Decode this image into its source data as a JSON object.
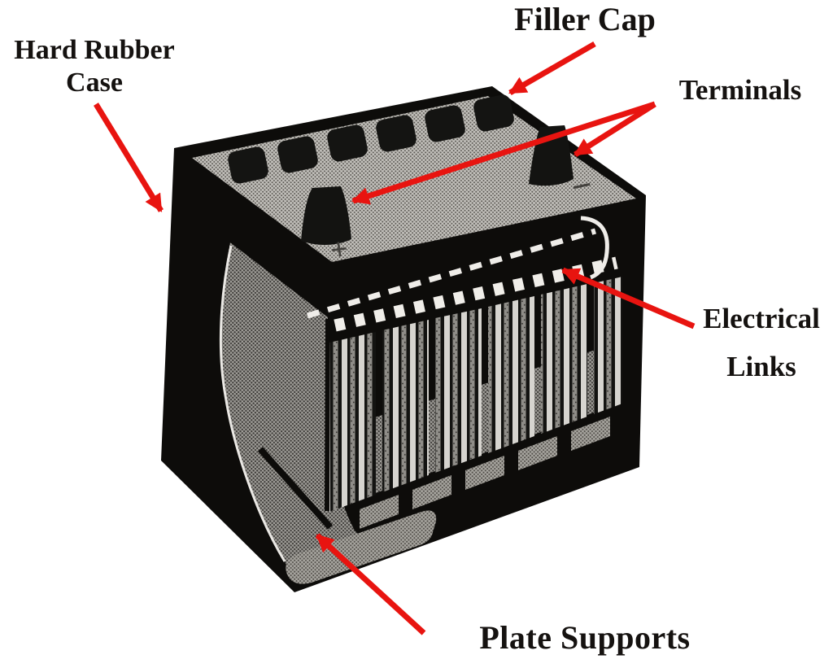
{
  "figure": {
    "description": "Cutaway diagram of a lead-acid battery with labeled parts",
    "labels": {
      "filler_cap": "Filler Cap",
      "hard_rubber_case": {
        "line1": "Hard Rubber",
        "line2": "Case"
      },
      "terminals": "Terminals",
      "electrical_links": {
        "line1": "Electrical",
        "line2": "Links"
      },
      "plate_supports": "Plate Supports"
    },
    "markings": {
      "positive": "+",
      "negative": "−"
    },
    "parts_shown": {
      "filler_caps_count": 6,
      "terminals_count": 2,
      "plate_cells_count": 6
    },
    "colors": {
      "background": "#ffffff",
      "label_text": "#151210",
      "arrow_red": "#e81410",
      "case_black": "#0d0c0a",
      "top_face_gray": "#c3c1bc",
      "interior_wall_gray": "#9f9d98",
      "plate_light": "#d6d4cf",
      "support_gray": "#a9a7a1",
      "highlight_white": "#efede9"
    }
  }
}
